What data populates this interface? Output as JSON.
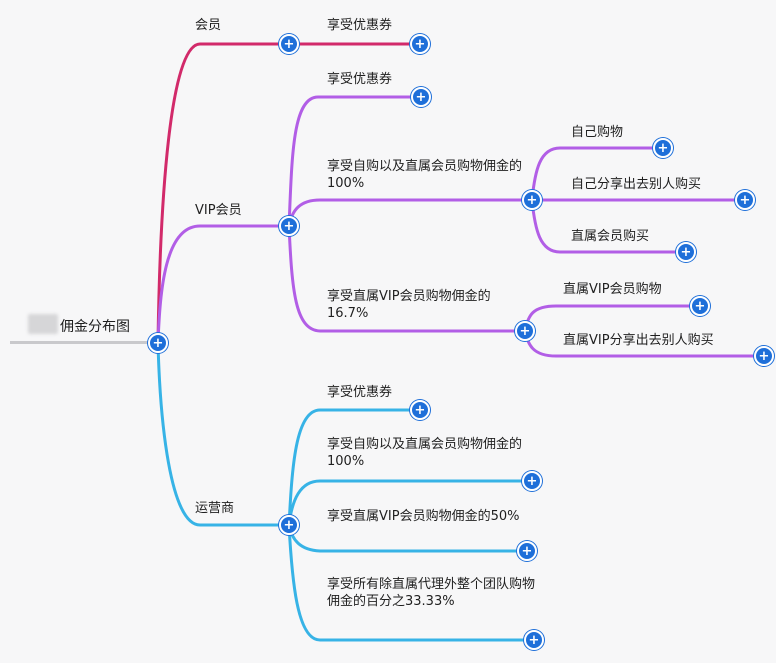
{
  "colors": {
    "member": "#d22a6a",
    "vip": "#b25ee6",
    "operator": "#37b3e6",
    "plus": "#1e6fd9"
  },
  "root": {
    "label": "佣金分布图"
  },
  "nodes": {
    "member": "会员",
    "member_coupon": "享受优惠券",
    "vip": "VIP会员",
    "vip_coupon": "享受优惠券",
    "vip_self_direct": "享受自购以及直属会员购物佣金的100%",
    "vip_self_buy": "自己购物",
    "vip_share_buy": "自己分享出去别人购买",
    "vip_direct_member_buy": "直属会员购买",
    "vip_direct_vip_167": "享受直属VIP会员购物佣金的16.7%",
    "vip_direct_vip_buy": "直属VIP会员购物",
    "vip_direct_vip_share": "直属VIP分享出去别人购买",
    "op": "运营商",
    "op_coupon": "享受优惠券",
    "op_self_direct": "享受自购以及直属会员购物佣金的100%",
    "op_direct_vip_50": "享受直属VIP会员购物佣金的50%",
    "op_team": "享受所有除直属代理外整个团队购物佣金的百分之33.33%"
  },
  "expand_icon": "plus-circle-icon"
}
